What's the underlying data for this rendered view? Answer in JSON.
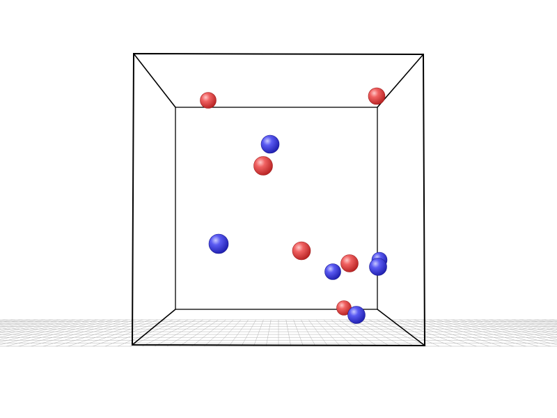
{
  "scene": {
    "background": "#ffffff",
    "colors": {
      "red_particle": "#e84848",
      "blue_particle": "#4848e8",
      "box_edge": "#000000",
      "floor_grid": "#b0b0b0"
    },
    "particles": [
      {
        "species": "red"
      },
      {
        "species": "red"
      },
      {
        "species": "blue"
      },
      {
        "species": "red"
      },
      {
        "species": "blue"
      },
      {
        "species": "red"
      },
      {
        "species": "red"
      },
      {
        "species": "blue"
      },
      {
        "species": "blue"
      },
      {
        "species": "blue"
      },
      {
        "species": "red"
      },
      {
        "species": "blue"
      }
    ]
  }
}
